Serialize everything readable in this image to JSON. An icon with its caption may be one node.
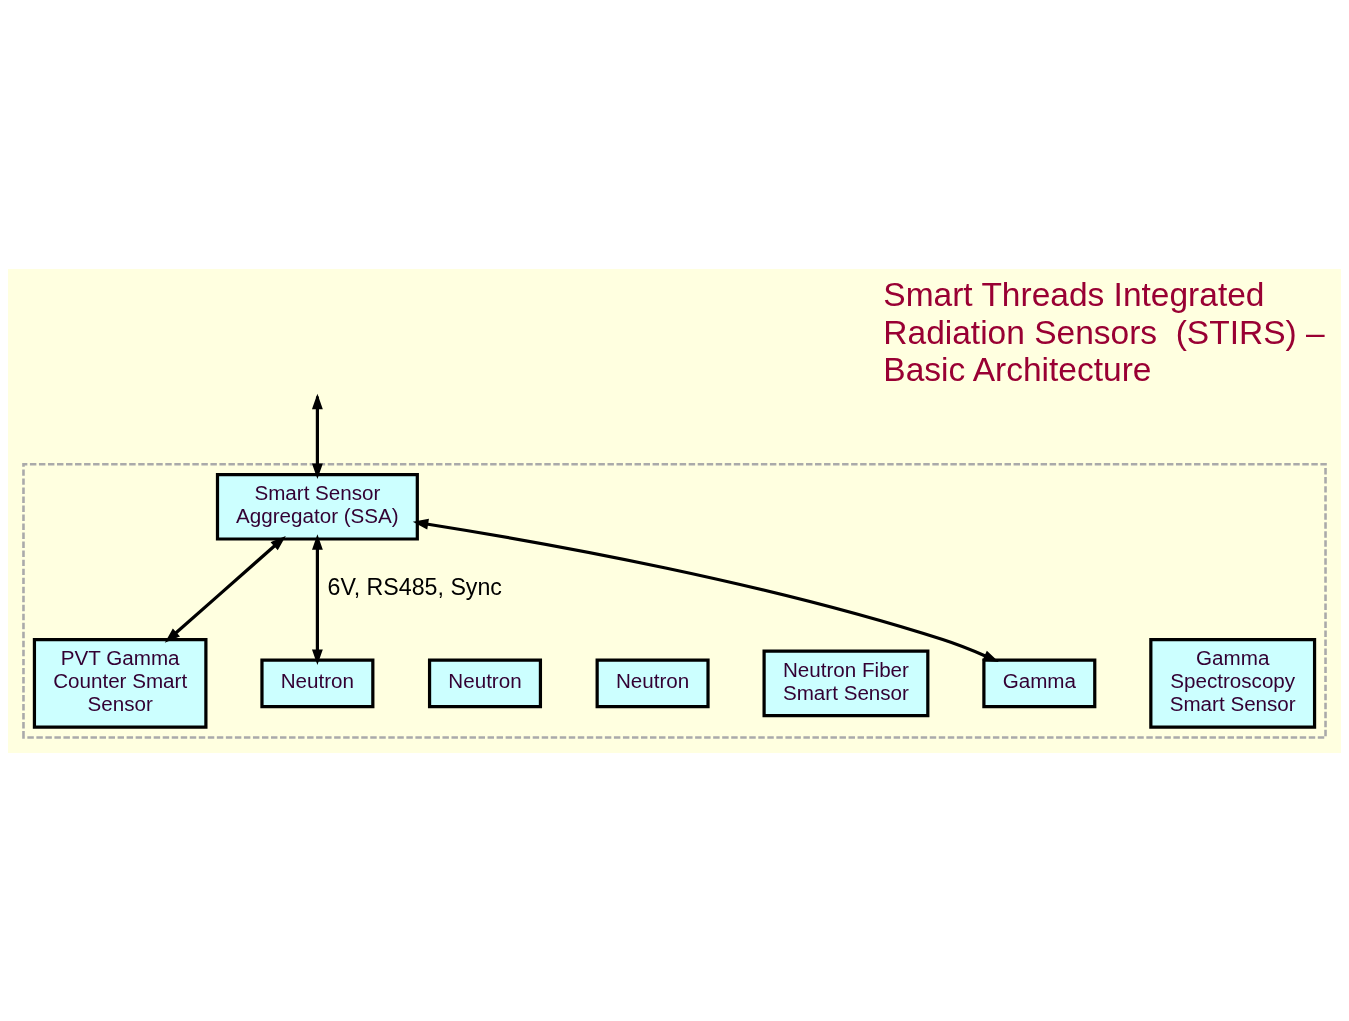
{
  "diagram": {
    "title": "Smart Threads Integrated Radiation Sensors  (STIRS) – Basic Architecture",
    "nodes": [
      {
        "text": [],
        "shape": "box"
      },
      {
        "text": [
          "Smart Sensor Aggregator (SSA)"
        ],
        "in": 0
      },
      {
        "text": [
          "PVT Gamma Counter Smart Sensor"
        ],
        "in": 0
      },
      {
        "text": [
          "Neutron"
        ],
        "in": 0
      },
      {
        "text": [
          "Neutron"
        ],
        "in": 0
      },
      {
        "text": [
          "Neutron"
        ],
        "in": 0
      },
      {
        "text": [
          "Neutron Fiber Smart Sensor"
        ],
        "in": 0
      },
      {
        "text": [
          "Gamma"
        ],
        "in": 0
      },
      {
        "text": [
          "Gamma Spectroscopy Smart Sensor"
        ],
        "in": 0
      }
    ],
    "edges": [
      {
        "from": null,
        "to": 1,
        "arrow": "both"
      },
      {
        "from": 1,
        "to": 2,
        "arrow": "both"
      },
      {
        "from": 1,
        "to": 3,
        "arrow": "both",
        "label": "6V, RS485, Sync"
      },
      {
        "from": 1,
        "to": 7,
        "arrow": "both"
      }
    ]
  }
}
